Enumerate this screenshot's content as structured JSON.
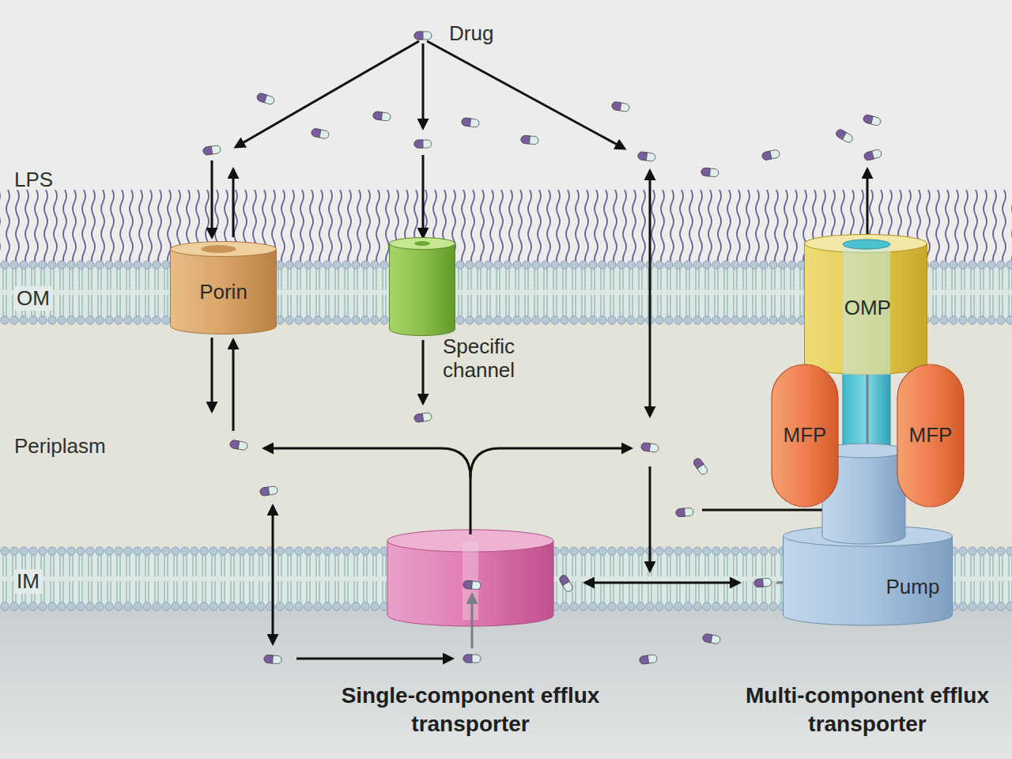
{
  "diagram": {
    "nodes": [
      {
        "text": [
          "Porin"
        ]
      },
      {
        "text": [
          "Specific channel"
        ]
      },
      {
        "text": [
          "OMP"
        ]
      },
      {
        "text": [
          "MFP"
        ]
      },
      {
        "text": [
          "MFP"
        ]
      },
      {
        "text": [
          "Pump"
        ]
      }
    ],
    "labels": [
      "Drug",
      "LPS",
      "OM",
      "Periplasm",
      "IM",
      "Single-component efflux transporter",
      "Multi-component efflux transporter"
    ]
  }
}
